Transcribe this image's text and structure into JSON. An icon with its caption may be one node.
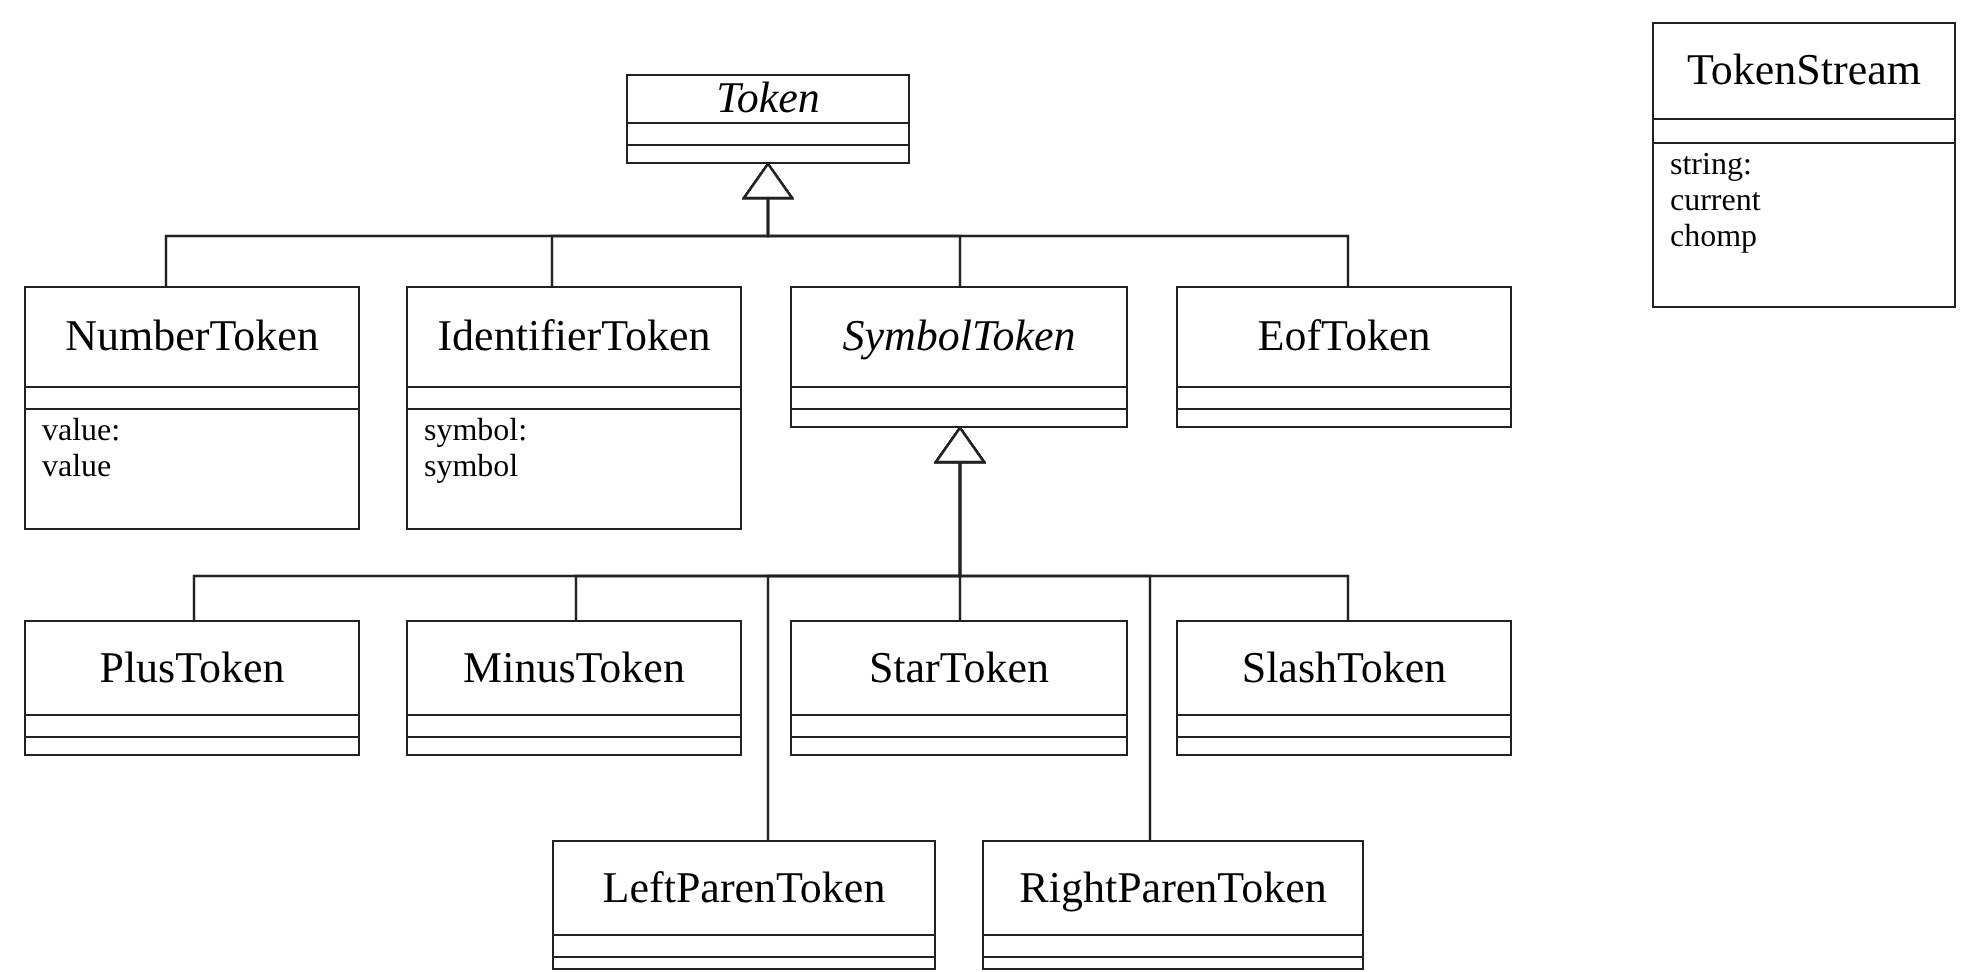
{
  "diagram": {
    "nodes": [
      {
        "text": [
          "Token"
        ]
      },
      {
        "text": [
          "TokenStream",
          "string:",
          "current",
          "chomp"
        ]
      },
      {
        "text": [
          "NumberToken",
          "value:",
          "value"
        ]
      },
      {
        "text": [
          "IdentifierToken",
          "symbol:",
          "symbol"
        ]
      },
      {
        "text": [
          "SymbolToken"
        ]
      },
      {
        "text": [
          "EofToken"
        ]
      },
      {
        "text": [
          "PlusToken"
        ]
      },
      {
        "text": [
          "MinusToken"
        ]
      },
      {
        "text": [
          "StarToken"
        ]
      },
      {
        "text": [
          "SlashToken"
        ]
      },
      {
        "text": [
          "LeftParenToken"
        ]
      },
      {
        "text": [
          "RightParenToken"
        ]
      }
    ],
    "edges": [
      {
        "from": 2,
        "to": 0,
        "arrow": "to"
      },
      {
        "from": 3,
        "to": 0,
        "arrow": "to"
      },
      {
        "from": 4,
        "to": 0,
        "arrow": "to"
      },
      {
        "from": 5,
        "to": 0,
        "arrow": "to"
      },
      {
        "from": 6,
        "to": 4,
        "arrow": "to"
      },
      {
        "from": 7,
        "to": 4,
        "arrow": "to"
      },
      {
        "from": 8,
        "to": 4,
        "arrow": "to"
      },
      {
        "from": 9,
        "to": 4,
        "arrow": "to"
      },
      {
        "from": 10,
        "to": 4,
        "arrow": "to"
      },
      {
        "from": 11,
        "to": 4,
        "arrow": "to"
      }
    ]
  }
}
